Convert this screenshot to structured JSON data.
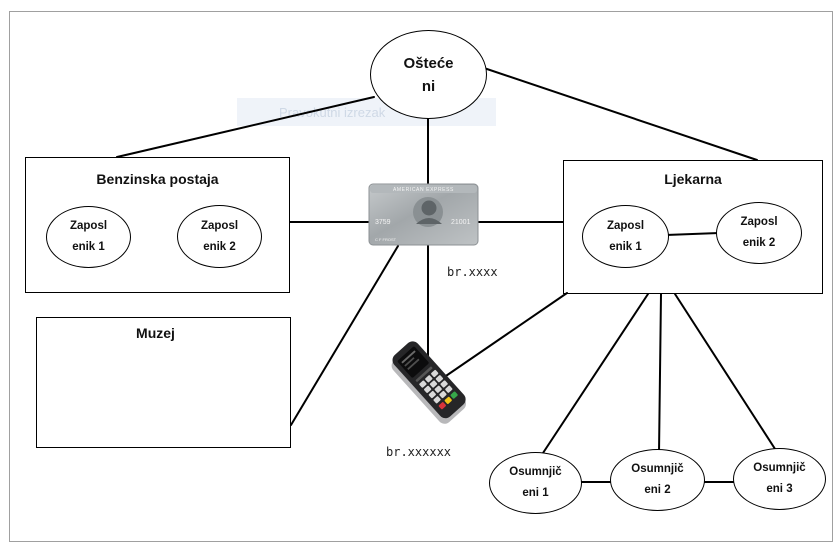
{
  "victim": {
    "lines": [
      "Ošteće",
      "ni"
    ]
  },
  "snip_overlay": {
    "label": "Pravokutni izrezak"
  },
  "gas_station": {
    "title": "Benzinska postaja",
    "employees": [
      {
        "lines": [
          "Zaposl",
          "enik 1"
        ]
      },
      {
        "lines": [
          "Zaposl",
          "enik 2"
        ]
      }
    ]
  },
  "museum": {
    "title": "Muzej"
  },
  "pharmacy": {
    "title": "Ljekarna",
    "employees": [
      {
        "lines": [
          "Zaposl",
          "enik 1"
        ]
      },
      {
        "lines": [
          "Zaposl",
          "enik 2"
        ]
      }
    ]
  },
  "card": {
    "icon": "credit-card-icon",
    "brand": "AMERICAN EXPRESS",
    "number_left": "3759",
    "number_right": "21001",
    "holder": "C F FROST",
    "label": "br.xxxx"
  },
  "terminal": {
    "icon": "pos-terminal-icon",
    "label": "br.xxxxxx"
  },
  "suspects": [
    {
      "lines": [
        "Osumnjič",
        "eni 1"
      ]
    },
    {
      "lines": [
        "Osumnjič",
        "eni 2"
      ]
    },
    {
      "lines": [
        "Osumnjič",
        "eni 3"
      ]
    }
  ],
  "colors": {
    "line": "#000000",
    "frame": "#a0a0a0",
    "snip_fill": "#eff3f9",
    "snip_text": "#cfd9e6",
    "card": "#a7acaf",
    "terminal_body": "#262628"
  }
}
